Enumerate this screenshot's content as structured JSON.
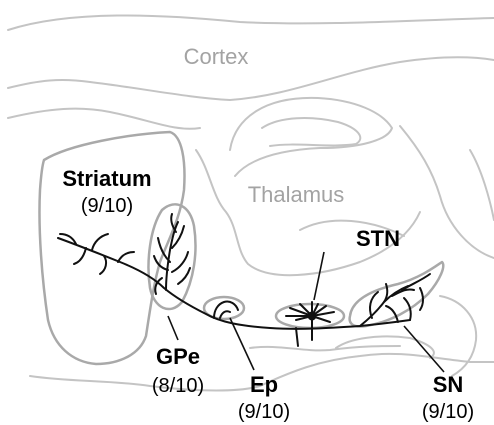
{
  "labels": {
    "cortex": "Cortex",
    "thalamus": "Thalamus",
    "striatum": {
      "name": "Striatum",
      "count": "(9/10)"
    },
    "gpe": {
      "name": "GPe",
      "count": "(8/10)"
    },
    "ep": {
      "name": "Ep",
      "count": "(9/10)"
    },
    "stn": {
      "name": "STN"
    },
    "sn": {
      "name": "SN",
      "count": "(9/10)"
    }
  },
  "colors": {
    "outline": "#bdbdbd",
    "region_outline": "#a9a9a9",
    "neuron": "#111111",
    "muted_text": "#a3a3a3",
    "label_text": "#000000"
  }
}
